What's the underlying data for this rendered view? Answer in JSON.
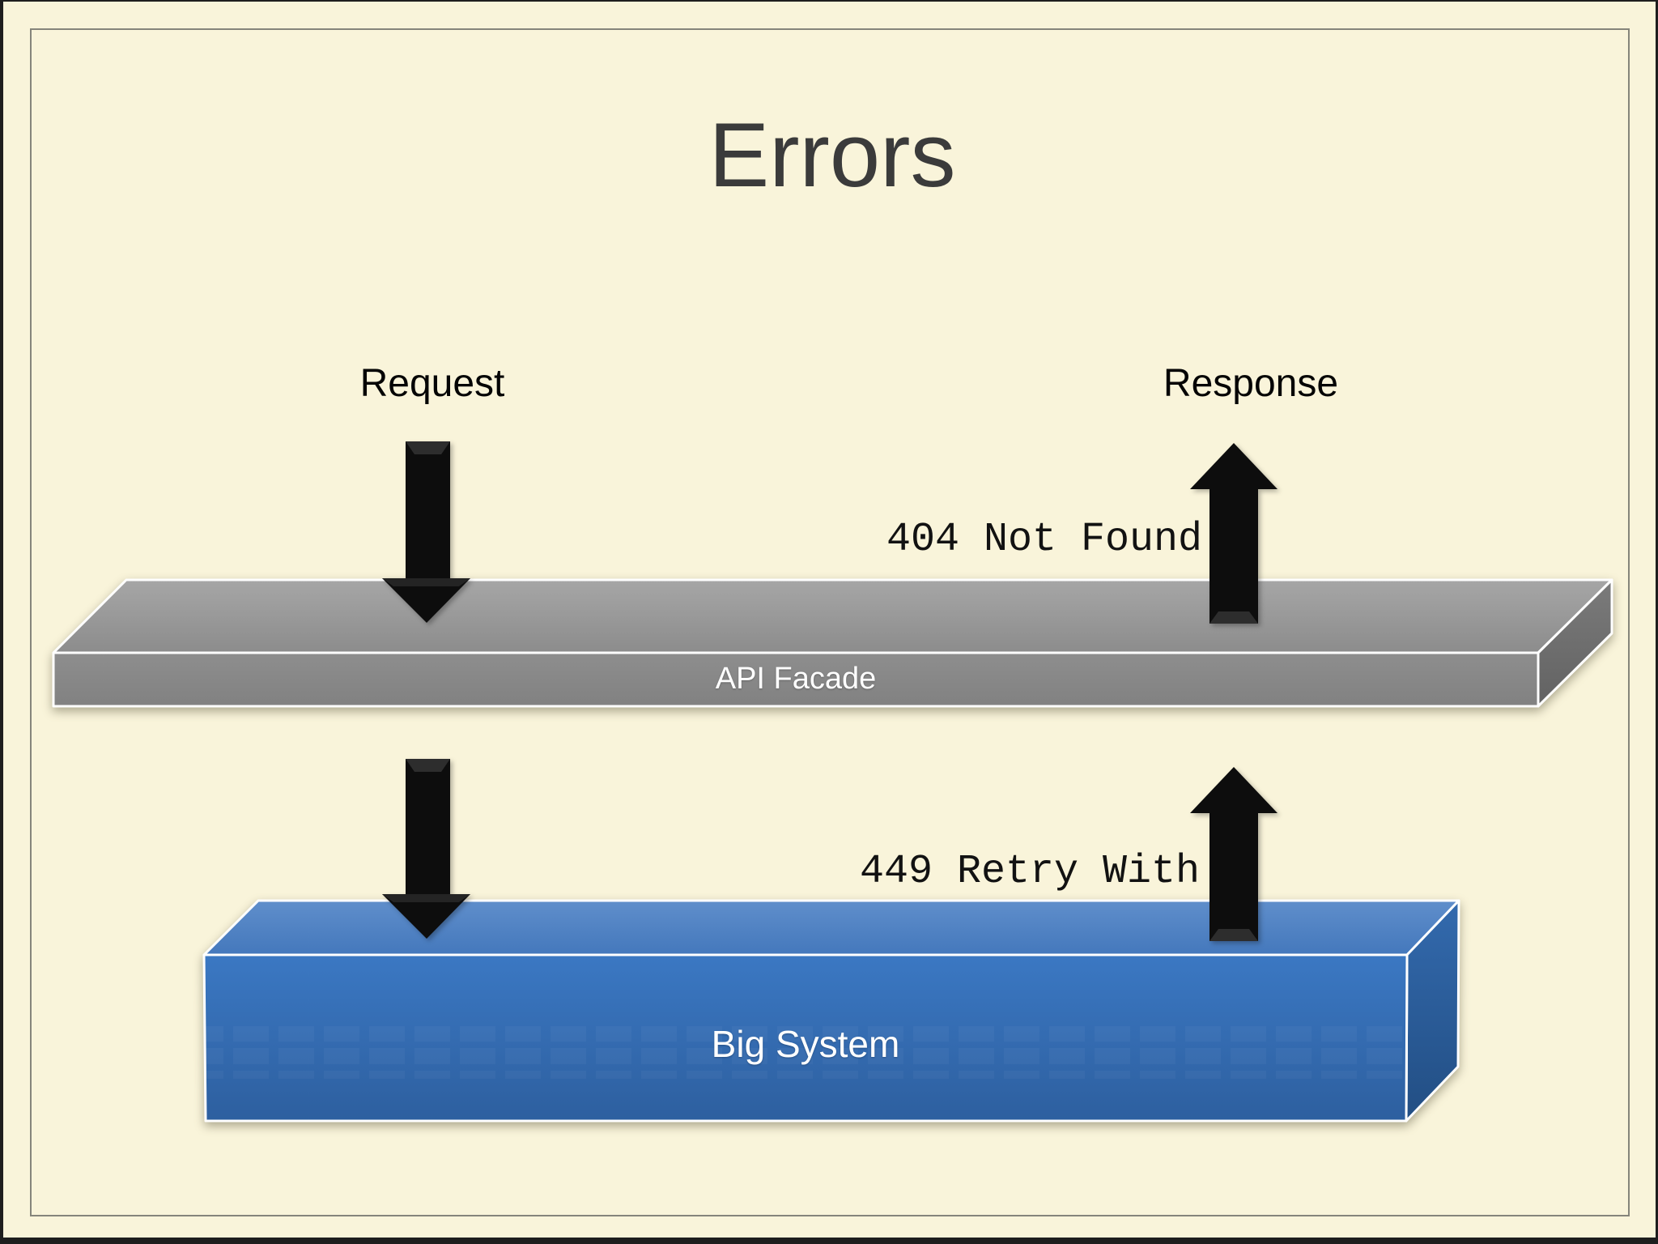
{
  "slide": {
    "title": "Errors",
    "background_color": "#f9f4da",
    "frame_color": "#85857b",
    "border_color": "#1e1e1e"
  },
  "flow": {
    "request_label": "Request",
    "response_label": "Response"
  },
  "errors": {
    "facade_response_code": "404 Not Found",
    "system_response_code": "449 Retry With"
  },
  "layers": {
    "facade": {
      "label": "API Facade",
      "top_color": "#9c9c9c",
      "front_color": "#8a8a8a",
      "side_color": "#6e6e6e",
      "text_color": "#ffffff"
    },
    "big_system": {
      "label": "Big System",
      "top_color": "#5587c6",
      "front_color": "#3573bd",
      "side_color": "#2a5a94",
      "text_color": "#ffffff"
    }
  },
  "icons": {
    "request_to_facade": "arrow-down-icon",
    "facade_to_big_system": "arrow-down-icon",
    "facade_to_response": "arrow-up-icon",
    "big_system_to_facade": "arrow-up-icon",
    "arrow_color": "#0d0d0d"
  }
}
